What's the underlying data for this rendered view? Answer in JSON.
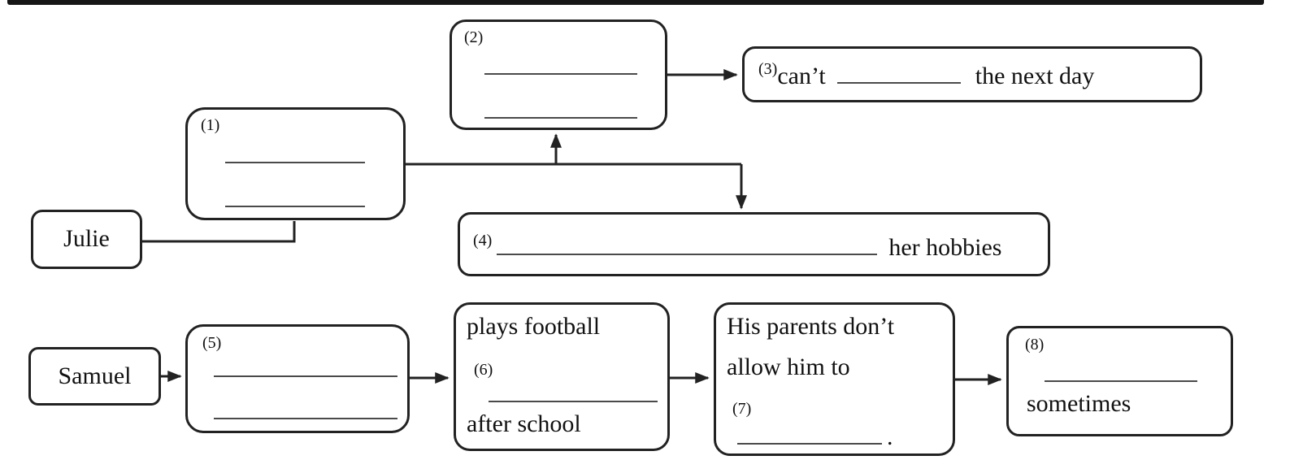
{
  "colors": {
    "background": "#ffffff",
    "border": "#222222",
    "blank_line": "#4a4a4a",
    "text": "#111111"
  },
  "julie": {
    "name": "Julie",
    "box1_label": "(1)",
    "box2_label": "(2)",
    "box3_label": "(3)",
    "box3_before": "can’t",
    "box3_after": "the next day",
    "box4_label": "(4)",
    "box4_after": "her hobbies"
  },
  "samuel": {
    "name": "Samuel",
    "box5_label": "(5)",
    "box6_line1": "plays football",
    "box6_label": "(6)",
    "box6_line3": "after school",
    "box7_line1": "His parents don’t",
    "box7_line2": "allow him to",
    "box7_label": "(7)",
    "box7_period": ".",
    "box8_label": "(8)",
    "box8_text": "sometimes"
  }
}
